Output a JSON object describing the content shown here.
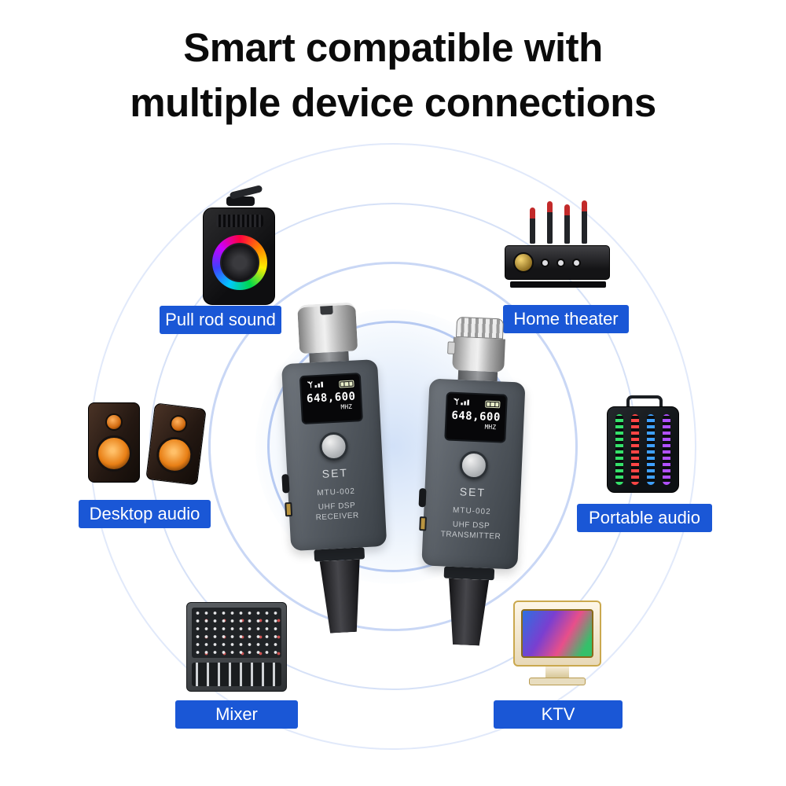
{
  "title": {
    "line1": "Smart compatible with",
    "line2": "multiple device connections"
  },
  "devices": [
    {
      "label": "Pull rod sound"
    },
    {
      "label": "Home theater"
    },
    {
      "label": "Desktop audio"
    },
    {
      "label": "Portable audio"
    },
    {
      "label": "Mixer"
    },
    {
      "label": "KTV"
    }
  ],
  "receiver": {
    "frequency": "648,600",
    "freq_unit": "MHZ",
    "button_label": "SET",
    "model": "MTU-002",
    "type_line1": "UHF DSP",
    "type_line2": "RECEIVER",
    "screen_icons": [
      "antenna-signal-icon",
      "battery-icon"
    ]
  },
  "transmitter": {
    "frequency": "648,600",
    "freq_unit": "MHZ",
    "button_label": "SET",
    "model": "MTU-002",
    "type_line1": "UHF DSP",
    "type_line2": "TRANSMITTER",
    "screen_icons": [
      "antenna-signal-icon",
      "battery-icon"
    ]
  },
  "colors": {
    "label_background": "#1a57d6",
    "label_text": "#ffffff",
    "ring_blue": "#789be6",
    "title_text": "#0b0b0b"
  }
}
